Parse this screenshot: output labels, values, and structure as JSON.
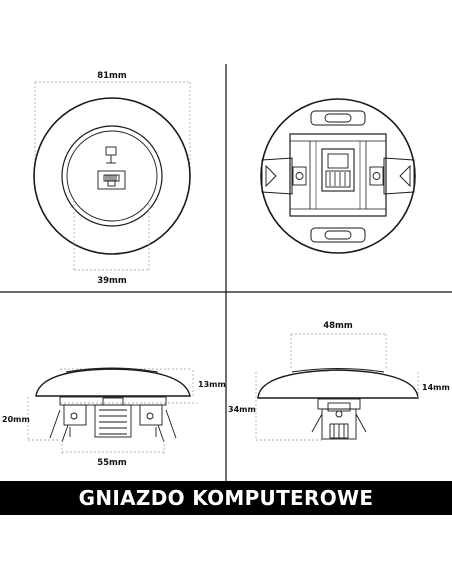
{
  "colors": {
    "stroke": "#1a1a1a",
    "dimension": "#9a9a9a",
    "banner_bg": "#000000",
    "banner_text": "#ffffff"
  },
  "panels": {
    "front": {
      "width_outer": "81mm",
      "width_inner": "39mm"
    },
    "back": {},
    "side_front": {
      "height_plate": "13mm",
      "height_mech": "20mm",
      "width_mech": "55mm"
    },
    "side_profile": {
      "width_top": "48mm",
      "height_plate": "14mm",
      "height_total": "34mm"
    }
  },
  "banner": {
    "title": "GNIAZDO KOMPUTEROWE"
  }
}
